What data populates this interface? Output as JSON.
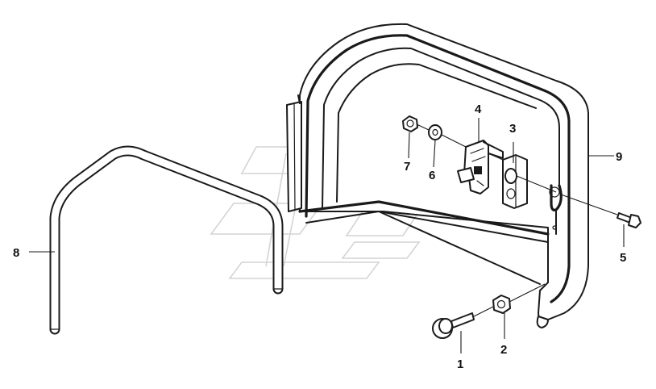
{
  "callouts": [
    {
      "id": "1",
      "label": "1",
      "part": "bolt"
    },
    {
      "id": "2",
      "label": "2",
      "part": "nut"
    },
    {
      "id": "3",
      "label": "3",
      "part": "spacer-block"
    },
    {
      "id": "4",
      "label": "4",
      "part": "latch-bracket"
    },
    {
      "id": "5",
      "label": "5",
      "part": "screw"
    },
    {
      "id": "6",
      "label": "6",
      "part": "washer"
    },
    {
      "id": "7",
      "label": "7",
      "part": "nut"
    },
    {
      "id": "8",
      "label": "8",
      "part": "rod"
    },
    {
      "id": "9",
      "label": "9",
      "part": "cover"
    }
  ],
  "colors": {
    "line": "#1a1a1a",
    "watermark": "#d4d4d4",
    "background": "#ffffff"
  }
}
